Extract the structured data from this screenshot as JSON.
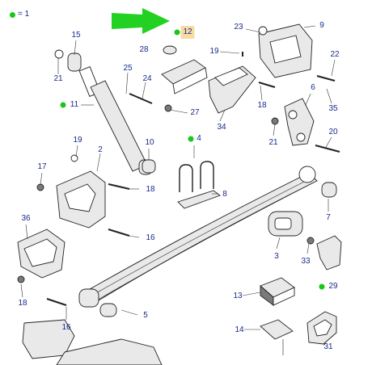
{
  "legend": {
    "text": "= 1",
    "marker_color": "#19c719"
  },
  "highlight": {
    "arrow_color": "#22d122",
    "box_color": "#f6dca2"
  },
  "callouts": {
    "c12": "12",
    "c23": "23",
    "c9": "9",
    "c15": "15",
    "c28": "28",
    "c19a": "19",
    "c22": "22",
    "c21a": "21",
    "c25": "25",
    "c24": "24",
    "c6": "6",
    "c11": "11",
    "c27": "27",
    "c18a": "18",
    "c35": "35",
    "c34": "34",
    "c21b": "21",
    "c20": "20",
    "c19b": "19",
    "c2": "2",
    "c10": "10",
    "c4": "4",
    "c17": "17",
    "c18b": "18",
    "c8": "8",
    "c7": "7",
    "c36": "36",
    "c16a": "16",
    "c3": "3",
    "c33": "33",
    "c29": "29",
    "c18c": "18",
    "c13": "13",
    "c5": "5",
    "c16b": "16",
    "c14": "14",
    "c31": "31"
  }
}
